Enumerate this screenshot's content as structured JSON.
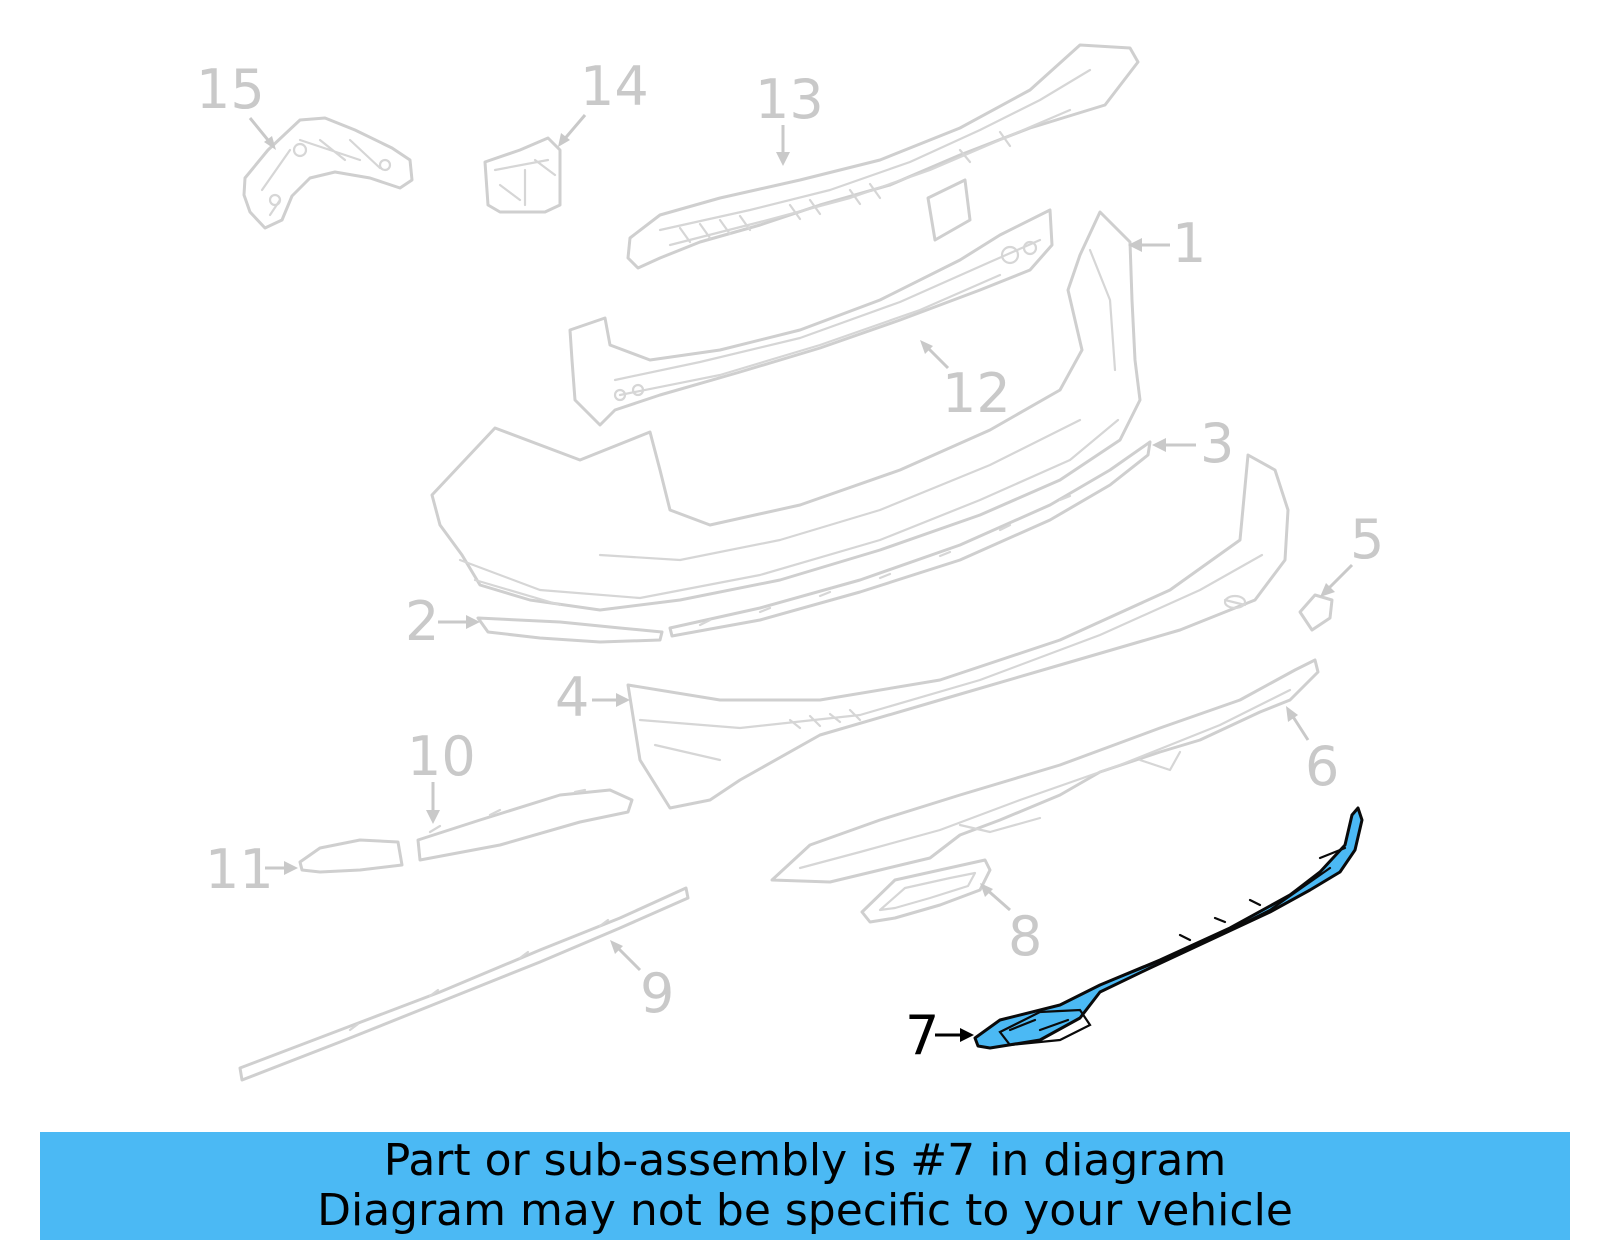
{
  "banner": {
    "line1": "Part or sub-assembly is #7 in diagram",
    "line2": "Diagram may not be specific to your vehicle",
    "color": "#4bb9f4"
  },
  "diagram": {
    "highlighted_part": "7",
    "highlight_color": "#4bb9f4",
    "callouts": [
      "1",
      "2",
      "3",
      "4",
      "5",
      "6",
      "7",
      "8",
      "9",
      "10",
      "11",
      "12",
      "13",
      "14",
      "15"
    ]
  }
}
